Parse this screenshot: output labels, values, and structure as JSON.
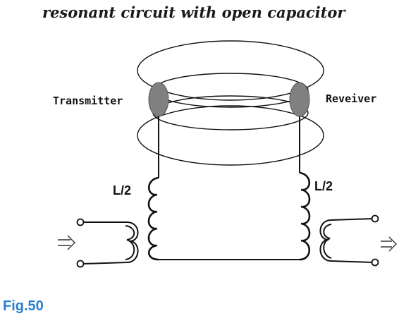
{
  "title": "resonant circuit with open capacitor",
  "labels": {
    "transmitter": "Transmitter",
    "receiver": "Reveiver",
    "inductor_left": "L/2",
    "inductor_right": "L/2"
  },
  "figure_label": "Fig.50",
  "colors": {
    "plate": "#808080",
    "figure_label": "#2a7fd0",
    "line": "#111111"
  },
  "icons": {
    "input_arrow": "double-arrow-right",
    "output_arrow": "double-arrow-right"
  }
}
